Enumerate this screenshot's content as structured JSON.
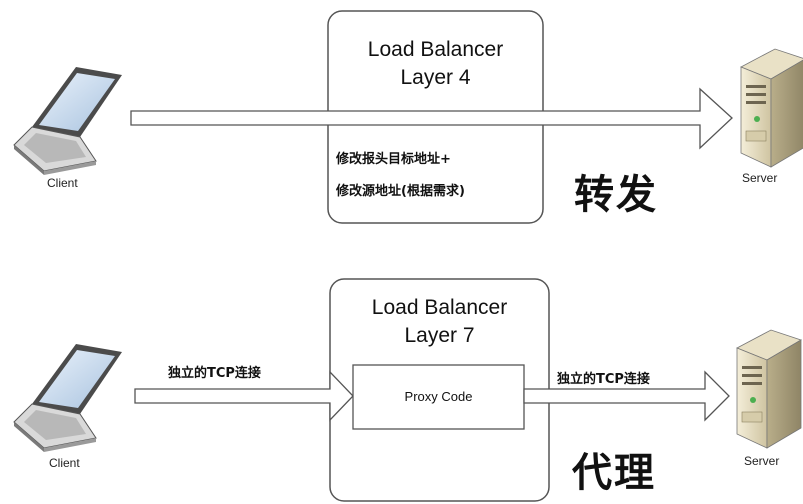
{
  "top": {
    "lb_line1": "Load Balancer",
    "lb_line2": "Layer 4",
    "note_line1": "修改报头目标地址+",
    "note_line2": "修改源地址(根据需求)",
    "big_label": "转发",
    "client_label": "Client",
    "server_label": "Server"
  },
  "bottom": {
    "lb_line1": "Load Balancer",
    "lb_line2": "Layer 7",
    "proxy_label": "Proxy Code",
    "left_conn_label": "独立的TCP连接",
    "right_conn_label": "独立的TCP连接",
    "big_label": "代理",
    "client_label": "Client",
    "server_label": "Server"
  },
  "icons": {
    "client": "laptop-icon",
    "server": "server-tower-icon"
  }
}
